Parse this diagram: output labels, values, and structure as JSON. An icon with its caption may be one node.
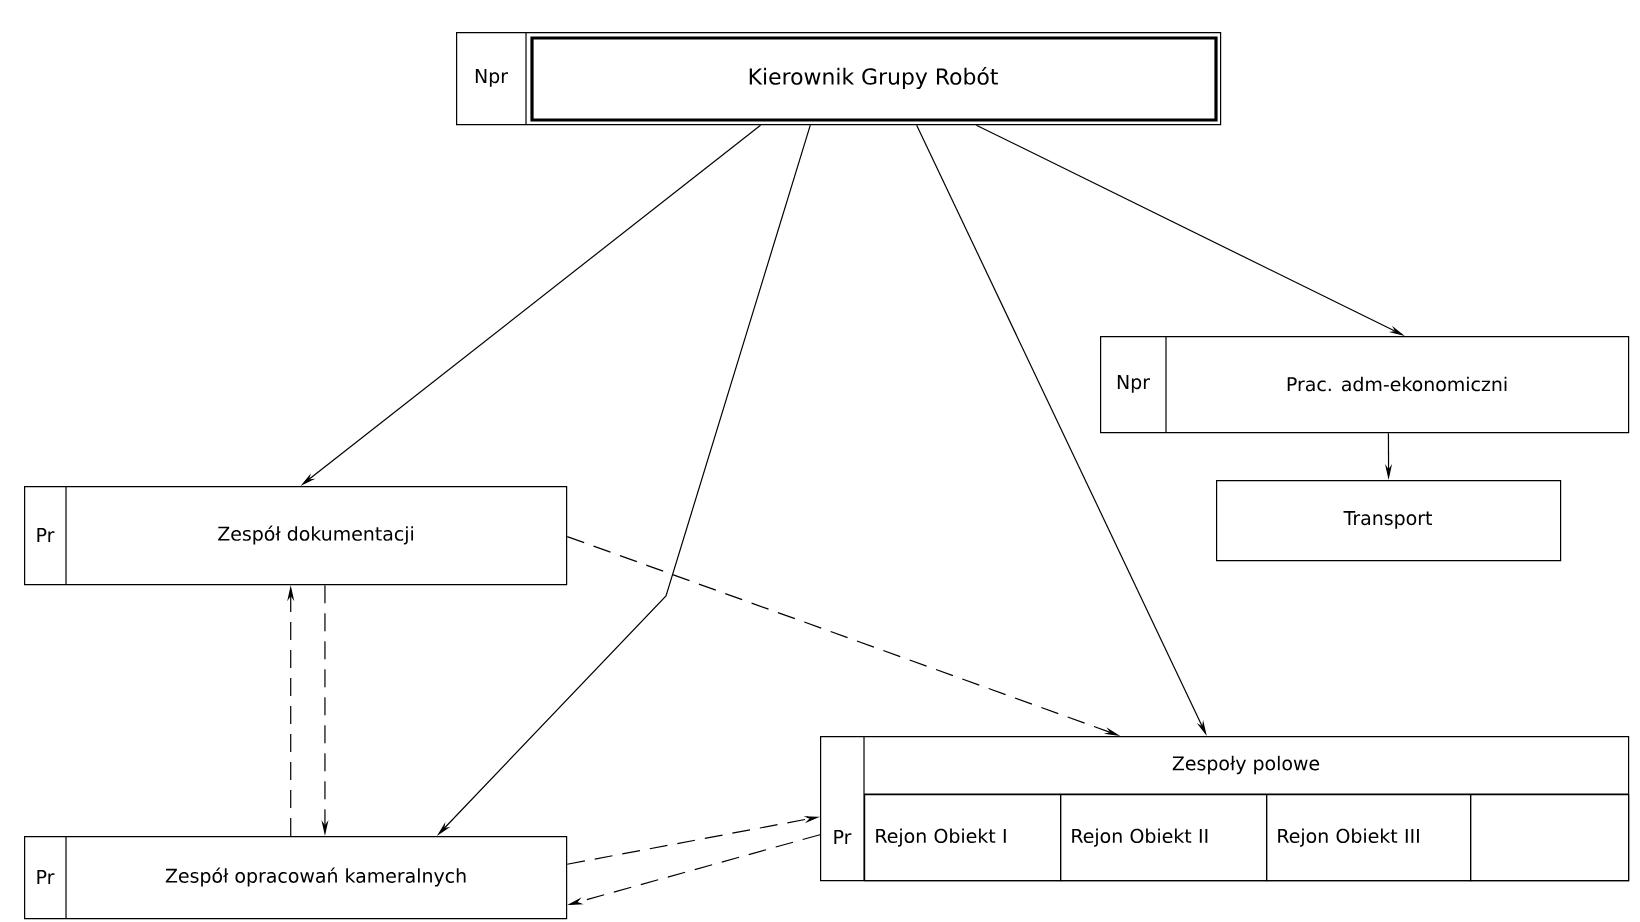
{
  "diagram": {
    "nodes": [
      {
        "text": [
          "Npr",
          "Kierownik Grupy Robót"
        ]
      },
      {
        "text": [
          "Npr",
          "Prac. adm-ekonomiczni"
        ]
      },
      {
        "text": [
          "Transport"
        ]
      },
      {
        "text": [
          "Pr",
          "Zespół dokumentacji"
        ]
      },
      {
        "text": [
          "Pr",
          "Zespół opracowań kameralnych"
        ]
      },
      {
        "text": [
          "Pr",
          "Zespoły polowe"
        ]
      },
      {
        "text": [
          "Rejon Obiekt I"
        ],
        "in": 5
      },
      {
        "text": [
          "Rejon Obiekt II"
        ],
        "in": 5
      },
      {
        "text": [
          "Rejon Obiekt III"
        ],
        "in": 5
      },
      {
        "text": [],
        "shape": "box",
        "in": 5
      }
    ],
    "edges": [
      {
        "from": 0,
        "to": 1,
        "arrow": "to"
      },
      {
        "from": 0,
        "to": 3,
        "arrow": "to"
      },
      {
        "from": 0,
        "to": 4,
        "arrow": "to"
      },
      {
        "from": 0,
        "to": 5,
        "arrow": "to"
      },
      {
        "from": 1,
        "to": 2,
        "arrow": "to"
      },
      {
        "from": 3,
        "to": 5,
        "arrow": "to",
        "style": "dashed"
      },
      {
        "from": 4,
        "to": 3,
        "arrow": "to",
        "style": "dashed"
      },
      {
        "from": 3,
        "to": 4,
        "arrow": "to",
        "style": "dashed"
      },
      {
        "from": 4,
        "to": 5,
        "arrow": "to",
        "style": "dashed"
      },
      {
        "from": 5,
        "to": 4,
        "arrow": "to",
        "style": "dashed"
      }
    ]
  }
}
